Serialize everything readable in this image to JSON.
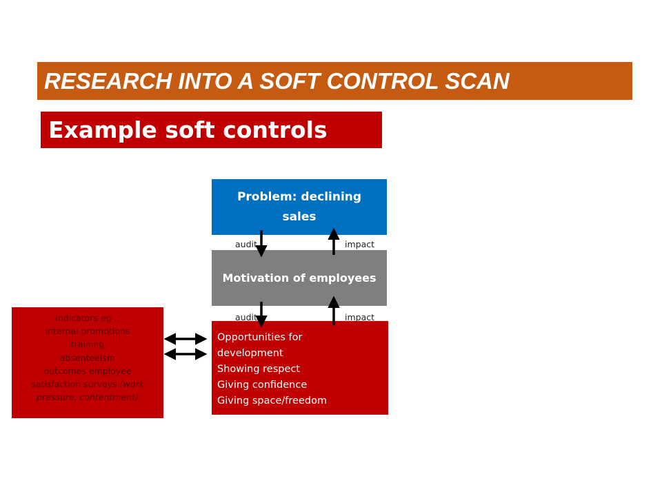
{
  "header": {
    "title": "RESEARCH INTO A SOFT CONTROL SCAN",
    "subtitle": "Example soft controls"
  },
  "diagram": {
    "problem": "Problem: declining sales",
    "motivation": "Motivation of employees",
    "arrow_labels": {
      "upper_audit": "audit",
      "upper_impact": "impact",
      "lower_audit": "audit",
      "lower_impact": "impact"
    },
    "opportunities": [
      "Opportunities for",
      "development",
      "Showing respect",
      "Giving confidence",
      "Giving space/freedom"
    ],
    "indicators": {
      "lines": [
        "Indicators eg .:",
        "internal promotions",
        "training",
        "absenteeism",
        "outcomes employee",
        "satisfaction surveys"
      ],
      "italic_suffix": "(work",
      "italic_line": "pressure, contentment)"
    },
    "colors": {
      "header_orange": "#c55a11",
      "red": "#c00000",
      "blue": "#0070c0",
      "gray": "#7f7f7f"
    }
  }
}
